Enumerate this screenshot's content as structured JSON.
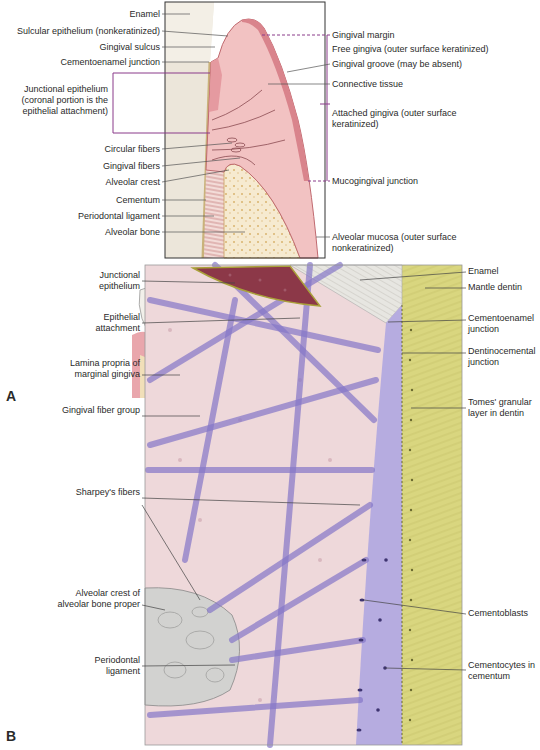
{
  "diagram": {
    "labels": [
      "Enamel",
      "Sulcular epithelium (nonkeratinized)",
      "Gingival sulcus",
      "Cementoenamel junction",
      "Junctional epithelium (coronal portion is the epithelial attachment)",
      "Circular fibers",
      "Gingival fibers",
      "Alveolar crest",
      "Cementum",
      "Periodontal ligament",
      "Alveolar bone",
      "Gingival margin",
      "Free gingiva (outer surface keratinized)",
      "Gingival groove (may be absent)",
      "Connective tissue",
      "Attached gingiva (outer surface keratinized)",
      "Mucogingival junction",
      "Alveolar mucosa (outer surface nonkeratinized)",
      "A",
      "Junctional epithelium",
      "Epithelial attachment",
      "Lamina propria of marginal gingiva",
      "Gingival fiber group",
      "Sharpey's fibers",
      "Alveolar crest of alveolar bone proper",
      "Periodontal ligament",
      "Enamel",
      "Mantle dentin",
      "Cementoenamel junction",
      "Dentinocemental junction",
      "Tomes' granular layer in dentin",
      "Cementoblasts",
      "Cementocytes in cementum",
      "B"
    ]
  }
}
